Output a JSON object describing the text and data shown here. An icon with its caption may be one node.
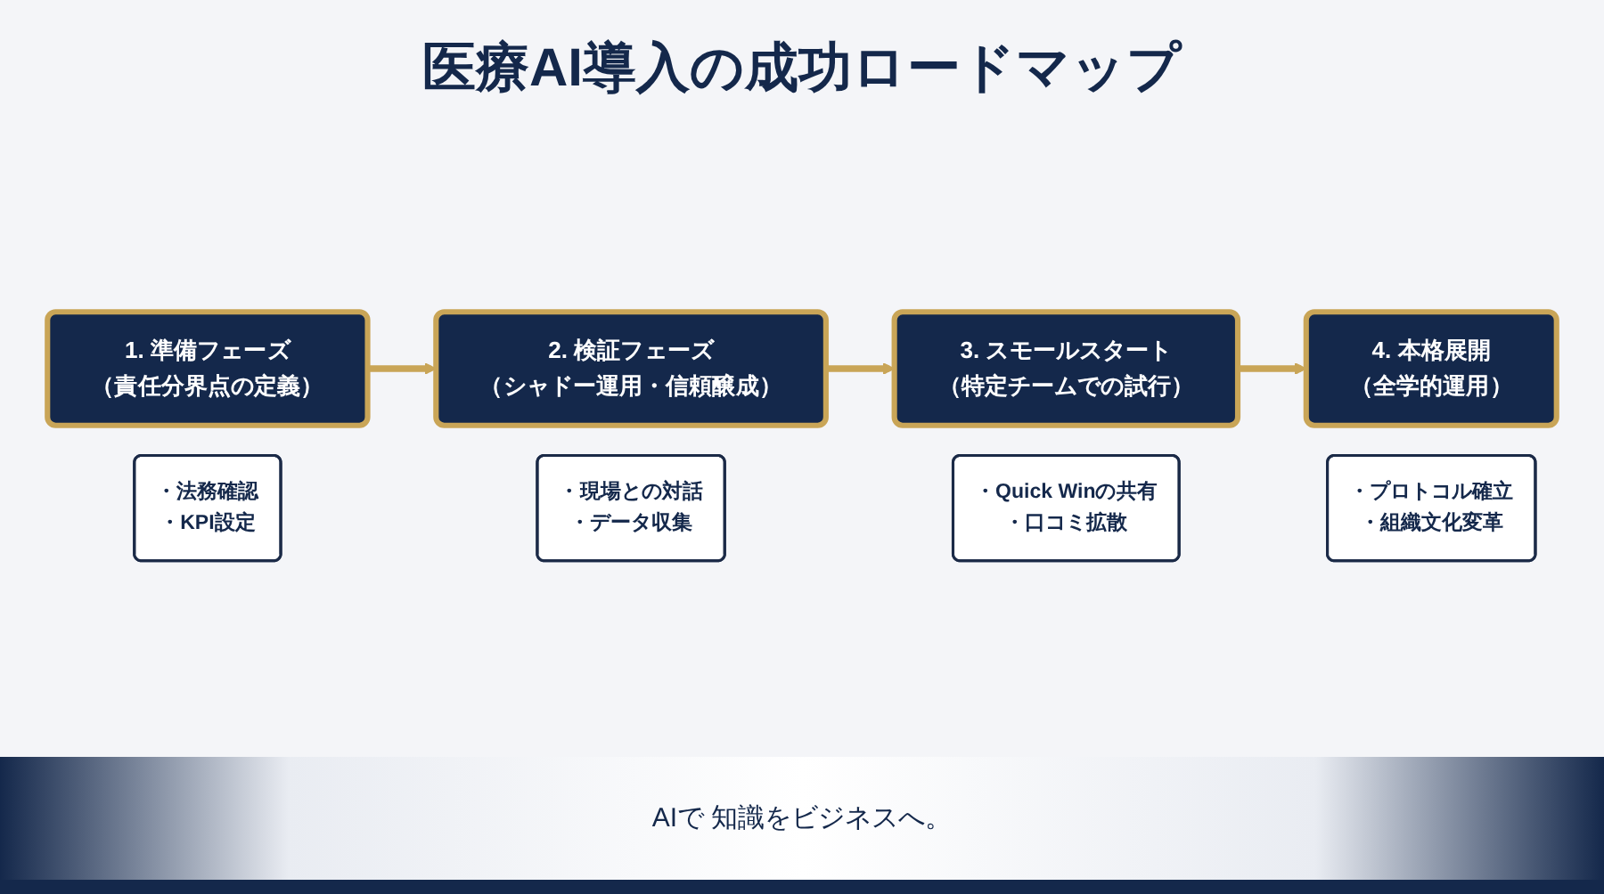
{
  "diagram": {
    "title": "医療AI導入の成功ロードマップ",
    "nodes": [
      {
        "text": [
          "1. 準備フェーズ",
          "（責任分界点の定義）"
        ]
      },
      {
        "text": [
          "・法務確認",
          "・KPI設定"
        ]
      },
      {
        "text": [
          "2. 検証フェーズ",
          "（シャドー運用・信頼醸成）"
        ]
      },
      {
        "text": [
          "・現場との対話",
          "・データ収集"
        ]
      },
      {
        "text": [
          "3. スモールスタート",
          "（特定チームでの試行）"
        ]
      },
      {
        "text": [
          "・Quick Winの共有",
          "・口コミ拡散"
        ]
      },
      {
        "text": [
          "4. 本格展開",
          "（全学的運用）"
        ]
      },
      {
        "text": [
          "・プロトコル確立",
          "・組織文化変革"
        ]
      }
    ],
    "edges": [
      {
        "from": 0,
        "to": 2,
        "arrow": "to"
      },
      {
        "from": 2,
        "to": 4,
        "arrow": "to"
      },
      {
        "from": 4,
        "to": 6,
        "arrow": "to"
      }
    ],
    "labels": [
      "AIで 知識をビジネスへ。"
    ]
  }
}
